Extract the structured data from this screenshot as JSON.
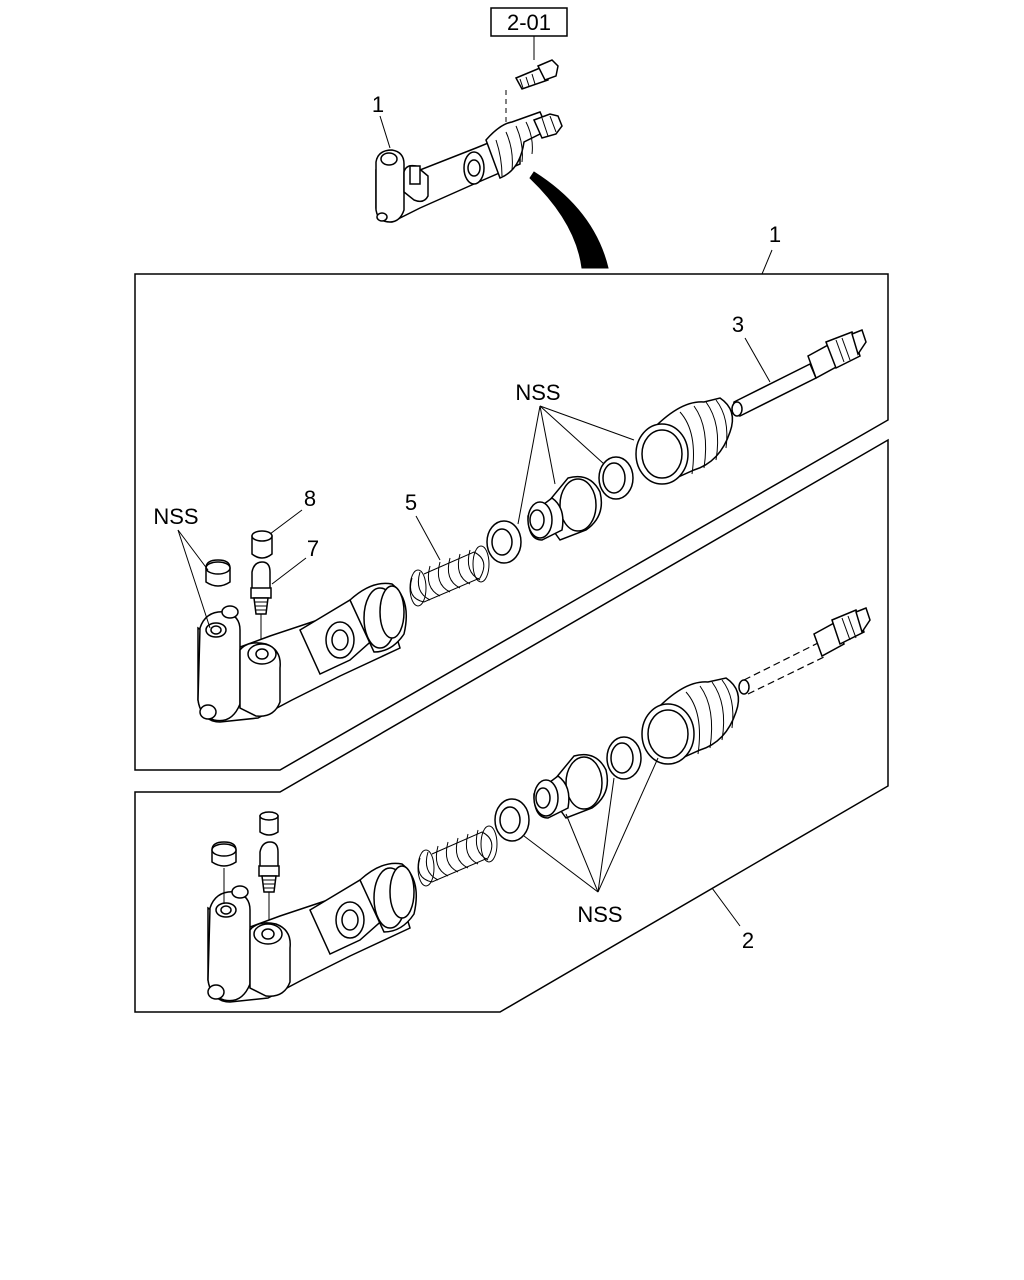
{
  "reference_code": "2-01",
  "callouts": {
    "assembly_top": "1",
    "assembly_panel": "1",
    "push_rod": "3",
    "spring": "5",
    "bleeder_cap": "8",
    "bleeder_screw": "7",
    "kit": "2",
    "nss_left": "NSS",
    "nss_upper": "NSS",
    "nss_lower": "NSS"
  }
}
